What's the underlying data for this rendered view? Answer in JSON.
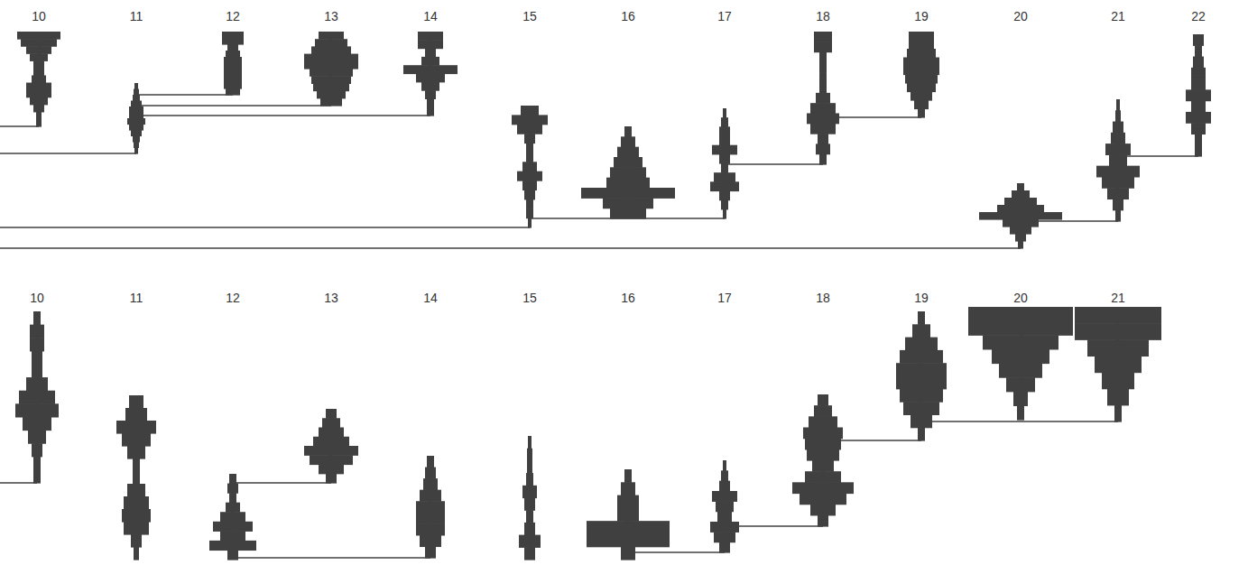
{
  "diagram": {
    "labels": [
      "10",
      "11",
      "12",
      "13",
      "14",
      "15",
      "16",
      "17",
      "18",
      "19",
      "20",
      "21",
      "22",
      "10",
      "11",
      "12",
      "13",
      "14",
      "15",
      "16",
      "17",
      "18",
      "19",
      "20",
      "21"
    ]
  }
}
